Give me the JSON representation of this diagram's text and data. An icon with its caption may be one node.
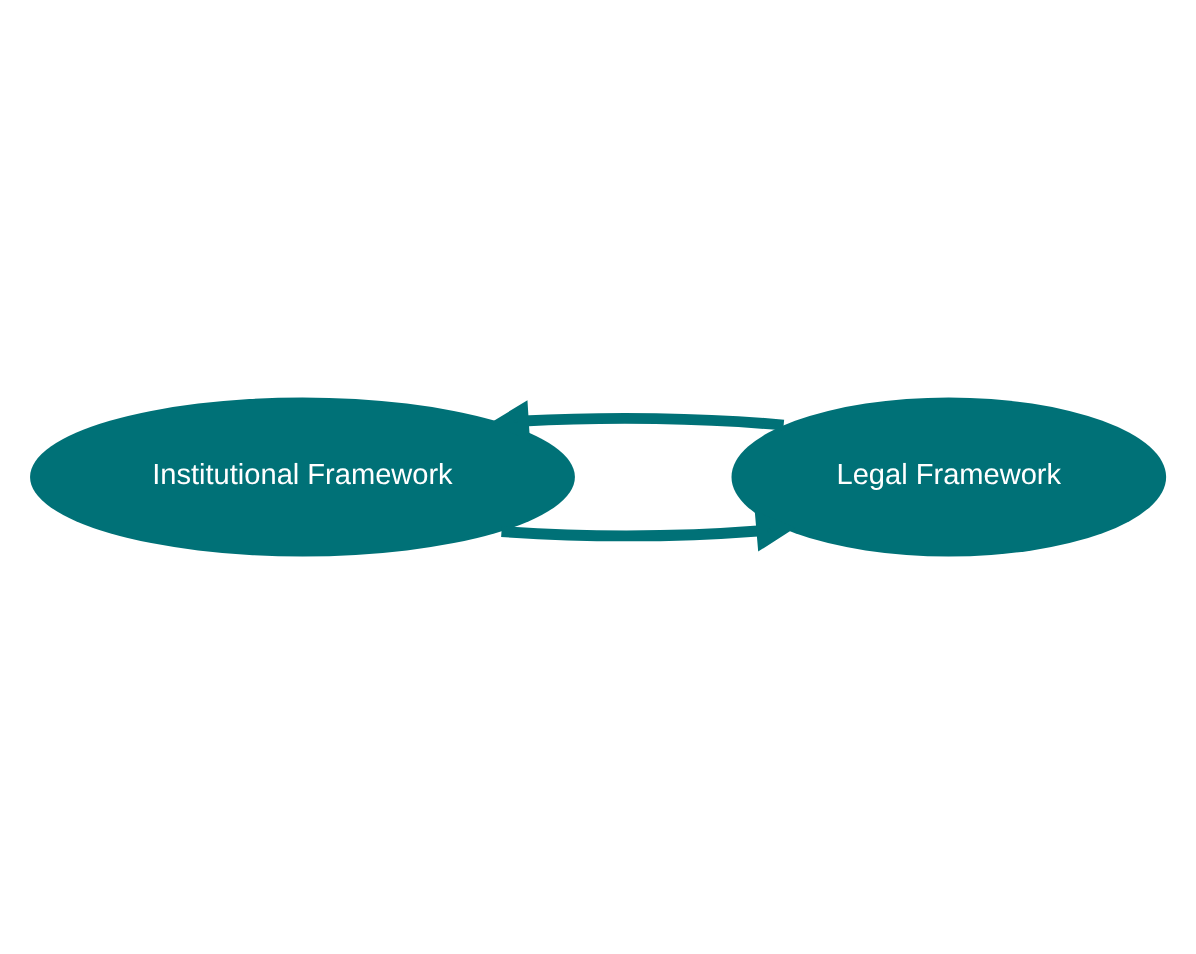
{
  "diagram": {
    "nodes": [
      {
        "text": [
          "Institutional Framework"
        ]
      },
      {
        "text": [
          "Legal Framework"
        ]
      }
    ],
    "edges": [
      {
        "from": 0,
        "to": 1,
        "arrow": "to"
      },
      {
        "from": 1,
        "to": 0,
        "arrow": "to"
      }
    ]
  }
}
